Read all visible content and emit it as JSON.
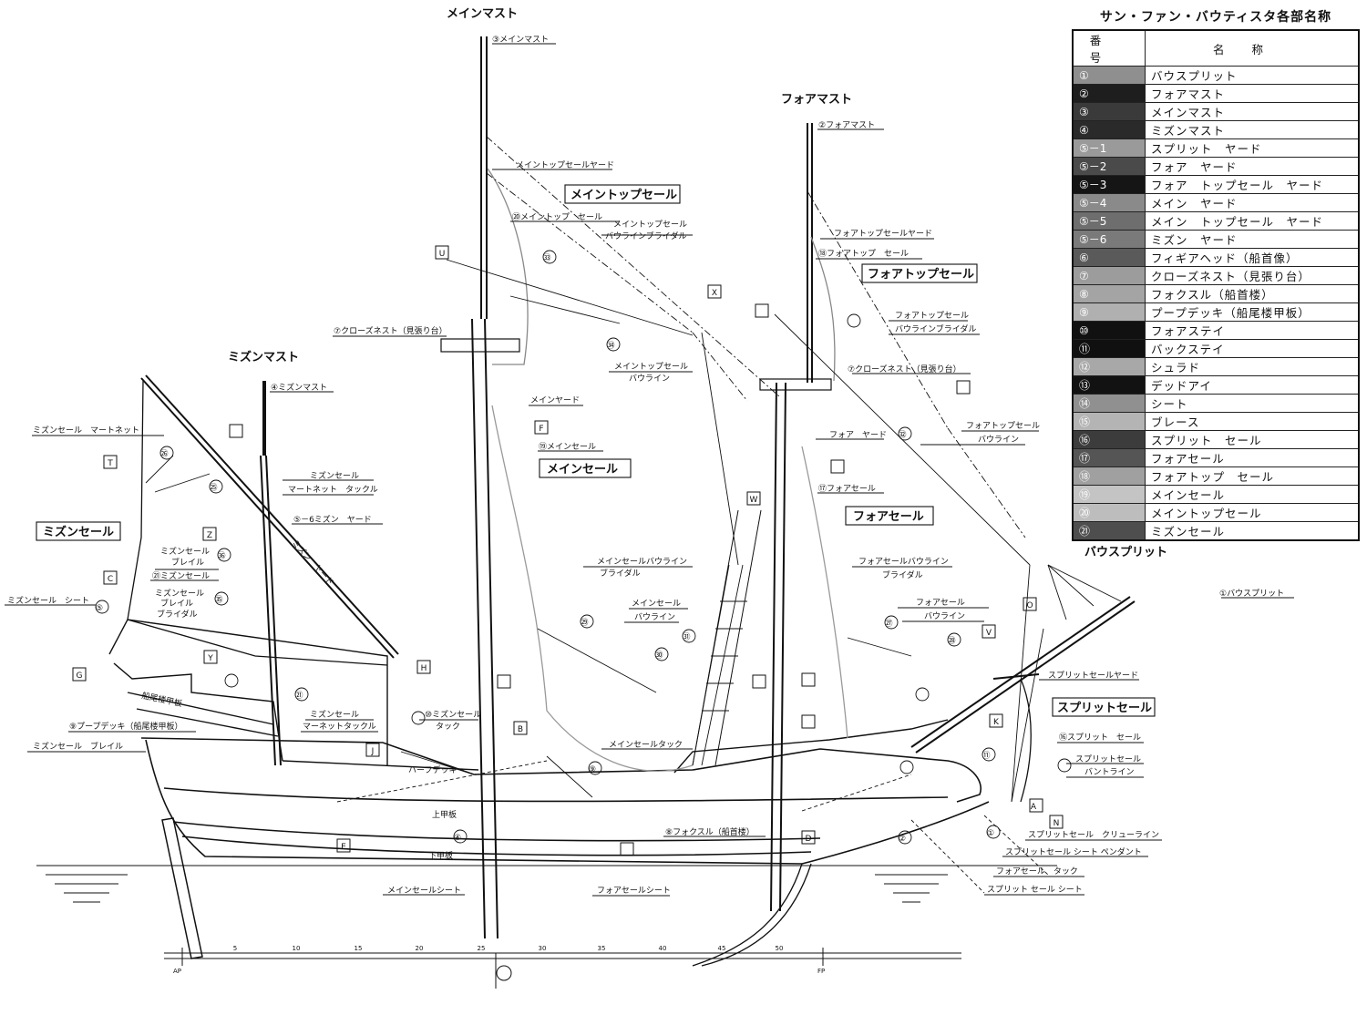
{
  "labels": {
    "main_mast_header": "メインマスト",
    "fore_mast_header": "フォアマスト",
    "mizzen_mast_header": "ミズンマスト",
    "bowsprit_header": "バウスプリット",
    "main_top_sail_box": "メイントップセール",
    "fore_top_sail_box": "フォアトップセール",
    "main_sail_box": "メインセール",
    "fore_sail_box": "フォアセール",
    "mizzen_sail_box": "ミズンセール",
    "sprit_sail_box": "スプリットセール",
    "main_mast_tag": "③メインマスト",
    "fore_mast_tag": "②フォアマスト",
    "mizzen_mast_tag": "④ミズンマスト",
    "bowsprit_tag": "①バウスプリット",
    "main_top_yard": "メイントップセールヤード",
    "main_top_sail_tag": "⑳メイントップ　セール",
    "main_top_bowline_bridle_1": "メイントップセール",
    "main_top_bowline_bridle_2": "バウラインブライダル",
    "crows_nest_main": "⑦クローズネスト（見張り台）",
    "main_top_bowline_1": "メイントップセール",
    "main_top_bowline_2": "バウライン",
    "main_yard": "メインヤード",
    "main_sail_tag": "⑲メインセール",
    "fore_top_yard": "フォアトップセールヤード",
    "fore_top_sail_tag": "⑱フォアトップ　セール",
    "fore_top_bowline_bridle_1": "フォアトップセール",
    "fore_top_bowline_bridle_2": "バウラインブライダル",
    "crows_nest_fore": "⑦クローズネスト（見張り台）",
    "fore_top_bowline_1": "フォアトップセール",
    "fore_top_bowline_2": "バウライン",
    "fore_yard": "フォア　ヤード",
    "fore_sail_tag": "⑰フォアセール",
    "mizzen_martnet": "ミズンセール　マートネット",
    "mizzen_martnet_tackle_1": "ミズンセール",
    "mizzen_martnet_tackle_2": "マートネット　タックル",
    "mizzen_yard": "⑤－6ミズン　ヤード",
    "mizzen_brail_1": "ミズンセール",
    "mizzen_brail_2": "ブレイル",
    "mizzen_sail_tag": "㉑ミズンセール",
    "mizzen_brail_bridle_1": "ミズンセール",
    "mizzen_brail_bridle_2": "ブレイル",
    "mizzen_brail_bridle_3": "ブライダル",
    "mizzen_sheet": "ミズンセール　シート",
    "mizzen_yard_on_sail": "ミズン　ヤード",
    "poop_deck_hull": "船尾楼甲板",
    "poop_deck_tag": "⑨プープデッキ（船尾楼甲板）",
    "mizzen_brail_low": "ミズンセール　ブレイル",
    "mizzen_martnet_tackle_low_1": "ミズンセール",
    "mizzen_martnet_tackle_low_2": "マーネットタックル",
    "mizzen_tack_1": "⑩ミズンセール",
    "mizzen_tack_2": "タック",
    "half_deck": "ハーフデッキ",
    "upper_deck": "上甲板",
    "lower_deck": "下甲板",
    "main_sheet": "メインセールシート",
    "fore_sheet": "フォアセールシート",
    "forecastle_tag": "⑧フォクスル（船首楼）",
    "main_tack": "メインセールタック",
    "main_bowline_bridle_1": "メインセールバウライン",
    "main_bowline_bridle_2": "ブライダル",
    "main_bowline_1": "メインセール",
    "main_bowline_2": "バウライン",
    "fore_bowline_bridle_1": "フォアセールバウライン",
    "fore_bowline_bridle_2": "ブライダル",
    "fore_bowline_1": "フォアセール",
    "fore_bowline_2": "バウライン",
    "sprit_yard": "スプリットセールヤード",
    "sprit_sail_tag": "⑯スプリット　セール",
    "sprit_buntline_1": "スプリットセール",
    "sprit_buntline_2": "バントライン",
    "sprit_clewline": "スプリットセール　クリューライン",
    "sprit_sheet_pendant": "スプリットセール シート ペンダント",
    "fore_tack": "フォアセール　タック",
    "sprit_sheet": "スプリット セール シート",
    "ap": "AP",
    "fp": "FP"
  },
  "circled_refs": [
    "①",
    "②",
    "④",
    "⑤",
    "⑨",
    "⑪",
    "㉑",
    "㉕",
    "㉖",
    "㉗",
    "㉘",
    "㉙",
    "㉚",
    "㉛",
    "㉜",
    "㉝",
    "㉞",
    "㉟",
    "㊱"
  ],
  "letter_codes": [
    "A",
    "B",
    "C",
    "D",
    "E",
    "F",
    "G",
    "H",
    "J",
    "K",
    "N",
    "O",
    "T",
    "U",
    "V",
    "W",
    "X",
    "Y",
    "Z"
  ],
  "scale_ticks": [
    "5",
    "10",
    "15",
    "20",
    "25",
    "30",
    "35",
    "40",
    "45",
    "50"
  ],
  "legend": {
    "title": "サン・ファン・バウティスタ各部名称",
    "col_number": "番号",
    "col_name": "名称",
    "rows": [
      {
        "num": "①",
        "name": "バウスプリット",
        "color": "#8f8f8f"
      },
      {
        "num": "②",
        "name": "フォアマスト",
        "color": "#1e1e1e"
      },
      {
        "num": "③",
        "name": "メインマスト",
        "color": "#3a3a3a"
      },
      {
        "num": "④",
        "name": "ミズンマスト",
        "color": "#2a2a2a"
      },
      {
        "num": "⑤－1",
        "name": "スプリット　ヤード",
        "color": "#9a9a9a"
      },
      {
        "num": "⑤－2",
        "name": "フォア　ヤード",
        "color": "#4a4a4a"
      },
      {
        "num": "⑤－3",
        "name": "フォア　トップセール　ヤード",
        "color": "#151515"
      },
      {
        "num": "⑤－4",
        "name": "メイン　ヤード",
        "color": "#8a8a8a"
      },
      {
        "num": "⑤－5",
        "name": "メイン　トップセール　ヤード",
        "color": "#6e6e6e"
      },
      {
        "num": "⑤－6",
        "name": "ミズン　ヤード",
        "color": "#7a7a7a"
      },
      {
        "num": "⑥",
        "name": "フィギアヘッド（船首像）",
        "color": "#5a5a5a"
      },
      {
        "num": "⑦",
        "name": "クローズネスト（見張り台）",
        "color": "#9c9c9c"
      },
      {
        "num": "⑧",
        "name": "フォクスル（船首楼）",
        "color": "#a4a4a4"
      },
      {
        "num": "⑨",
        "name": "プープデッキ（船尾楼甲板）",
        "color": "#b0b0b0"
      },
      {
        "num": "⑩",
        "name": "フォアステイ",
        "color": "#111111"
      },
      {
        "num": "⑪",
        "name": "バックステイ",
        "color": "#101010"
      },
      {
        "num": "⑫",
        "name": "シュラド",
        "color": "#a8a8a8"
      },
      {
        "num": "⑬",
        "name": "デッドアイ",
        "color": "#121212"
      },
      {
        "num": "⑭",
        "name": "シート",
        "color": "#909090"
      },
      {
        "num": "⑮",
        "name": "ブレース",
        "color": "#b4b4b4"
      },
      {
        "num": "⑯",
        "name": "スプリット　セール",
        "color": "#3c3c3c"
      },
      {
        "num": "⑰",
        "name": "フォアセール",
        "color": "#555555"
      },
      {
        "num": "⑱",
        "name": "フォアトップ　セール",
        "color": "#a0a0a0"
      },
      {
        "num": "⑲",
        "name": "メインセール",
        "color": "#c4c4c4"
      },
      {
        "num": "⑳",
        "name": "メイントップセール",
        "color": "#bdbdbd"
      },
      {
        "num": "㉑",
        "name": "ミズンセール",
        "color": "#4e4e4e"
      }
    ]
  }
}
